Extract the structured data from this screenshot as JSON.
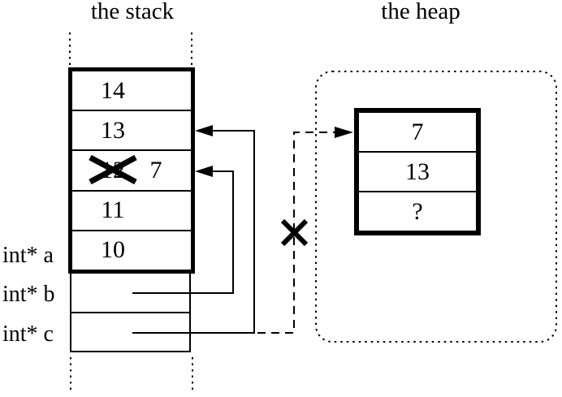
{
  "background_color": "#ffffff",
  "ink_color": "#000000",
  "stack": {
    "title": "the stack",
    "frame_cells": [
      {
        "value": "14"
      },
      {
        "value": "13"
      },
      {
        "value": "12",
        "crossed_out": true,
        "corrected_value": "7"
      },
      {
        "value": "11"
      },
      {
        "value": "10"
      }
    ],
    "pointer_variables": [
      {
        "label": "int* a"
      },
      {
        "label": "int* b"
      },
      {
        "label": "int* c"
      }
    ]
  },
  "heap": {
    "title": "the heap",
    "block_cells": [
      {
        "value": "7"
      },
      {
        "value": "13"
      },
      {
        "value": "?"
      }
    ]
  }
}
